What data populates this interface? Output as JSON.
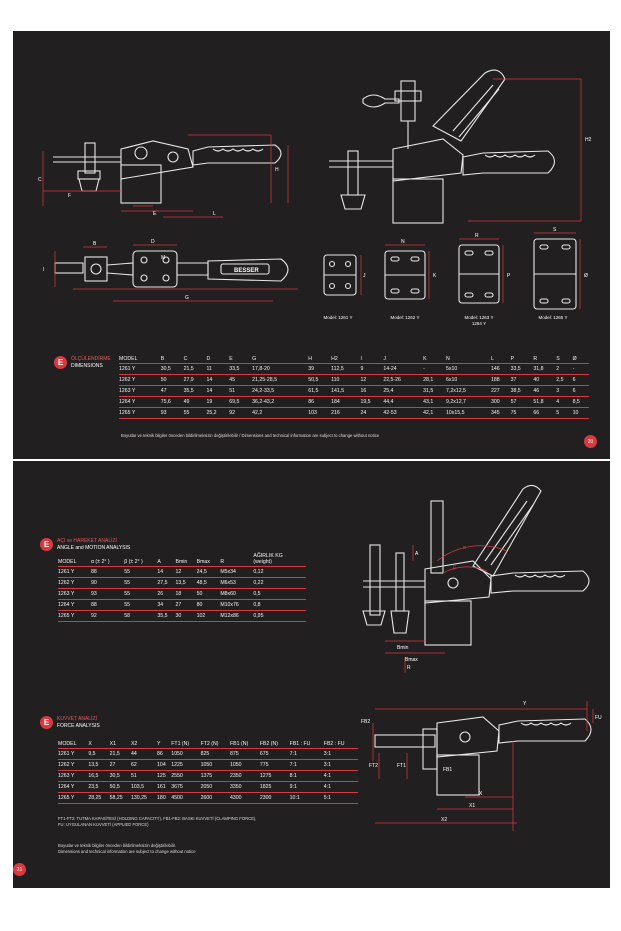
{
  "page1": {
    "section_title_tr": "ÖLÇÜLENDİRME",
    "section_title_en": "DIMENSIONS",
    "brand": "BESSER",
    "model_labels": [
      "Model: 1261 Y",
      "Model: 1262 Y",
      "Model: 1263 Y",
      "1264 Y",
      "Model: 1265 Y"
    ],
    "drawing_labels": {
      "h": "H",
      "h2": "H2",
      "b": "B",
      "c": "C",
      "d": "D",
      "e": "E",
      "g": "G",
      "f": "F",
      "i": "I",
      "j": "J",
      "k": "K",
      "l": "L",
      "m": "M",
      "n": "N",
      "p": "P",
      "r": "R",
      "s": "S",
      "o": "Ø"
    },
    "columns": [
      "MODEL",
      "B",
      "C",
      "D",
      "E",
      "G",
      "H",
      "H2",
      "I",
      "J",
      "K",
      "N",
      "L",
      "P",
      "R",
      "S",
      "Ø"
    ],
    "rows": [
      [
        "1261 Y",
        "30,5",
        "21,5",
        "11",
        "33,5",
        "17,8-20",
        "39",
        "112,5",
        "9",
        "14-24",
        "-",
        "5x10",
        "146",
        "33,5",
        "31,8",
        "2",
        "-"
      ],
      [
        "1262 Y",
        "50",
        "27,9",
        "14",
        "45",
        "21,25-28,5",
        "50,5",
        "110",
        "12",
        "22,5-26",
        "28,1",
        "6x10",
        "188",
        "37",
        "40",
        "2,5",
        "6"
      ],
      [
        "1263 Y",
        "47",
        "35,5",
        "14",
        "51",
        "24,2-33,5",
        "61,5",
        "141,5",
        "16",
        "25,4",
        "31,5",
        "7,2x12,5",
        "227",
        "38,5",
        "46",
        "3",
        "6"
      ],
      [
        "1264 Y",
        "75,6",
        "49",
        "19",
        "69,5",
        "36,2-43,2",
        "86",
        "184",
        "19,5",
        "44,4",
        "43,1",
        "9,2x12,7",
        "300",
        "57",
        "51,8",
        "4",
        "8,5"
      ],
      [
        "1265 Y",
        "93",
        "55",
        "25,2",
        "92",
        "42,2",
        "103",
        "216",
        "24",
        "42-53",
        "42,1",
        "10x15,5",
        "345",
        "75",
        "66",
        "5",
        "10"
      ]
    ],
    "note": "Boyutlar ve teknik bilgiler önceden bildirilmeksizin değiştirilebilir / Dimensions and technical information are subject to change without notice",
    "page_number": "20"
  },
  "page2": {
    "angle": {
      "title_tr": "AÇI ve HAREKET ANALİZİ",
      "title_en": "ANGLE and MOTION ANALYSIS",
      "columns": [
        "MODEL",
        "α (± 2° )",
        "β (± 2° )",
        "A",
        "Bmin",
        "Bmax",
        "R",
        "AĞIRLIK KG\n(weight)"
      ],
      "rows": [
        [
          "1261 Y",
          "88",
          "55",
          "14",
          "12",
          "24,5",
          "M5x34",
          "0,12"
        ],
        [
          "1262 Y",
          "90",
          "55",
          "27,5",
          "13,5",
          "48,5",
          "M6x53",
          "0,22"
        ],
        [
          "1263 Y",
          "93",
          "55",
          "26",
          "18",
          "50",
          "M8x60",
          "0,5"
        ],
        [
          "1264 Y",
          "88",
          "55",
          "34",
          "27",
          "80",
          "M10x76",
          "0,8"
        ],
        [
          "1265 Y",
          "92",
          "58",
          "35,5",
          "30",
          "102",
          "M12x86",
          "0,95"
        ]
      ],
      "labels": {
        "alpha": "α",
        "beta": "β",
        "a": "A",
        "r": "R",
        "bmin": "Bmin",
        "bmax": "Bmax"
      }
    },
    "force": {
      "title_tr": "KUVVET ANALİZİ",
      "title_en": "FORCE ANALYSIS",
      "columns": [
        "MODEL",
        "X",
        "X1",
        "X2",
        "Y",
        "FT1 (N)",
        "FT2 (N)",
        "FB1 (N)",
        "FB2 (N)",
        "FB1 : FU",
        "FB2 : FU"
      ],
      "rows": [
        [
          "1261 Y",
          "9,5",
          "21,5",
          "44",
          "86",
          "1050",
          "825",
          "875",
          "675",
          "7:1",
          "3:1"
        ],
        [
          "1262 Y",
          "13,5",
          "27",
          "62",
          "104",
          "1225",
          "1050",
          "1050",
          "775",
          "7:1",
          "3:1"
        ],
        [
          "1263 Y",
          "16,5",
          "30,5",
          "51",
          "125",
          "2550",
          "1375",
          "2350",
          "1275",
          "8:1",
          "4:1"
        ],
        [
          "1264 Y",
          "23,5",
          "50,5",
          "103,5",
          "161",
          "3675",
          "2050",
          "3350",
          "1825",
          "9:1",
          "4:1"
        ],
        [
          "1265 Y",
          "28,25",
          "58,25",
          "130,25",
          "180",
          "4500",
          "2600",
          "4300",
          "2300",
          "10:1",
          "5:1"
        ]
      ],
      "legend_1": "FT1-FT2: TUTMA KAPASİTESİ (HOLDING CAPACITY), FB1-FB2: BASKI KUVVETİ (CLAMPING FORCE),",
      "legend_2": "FU: UYGULANAN KUVVETİ (APPLIED FORCE)",
      "labels": {
        "y": "Y",
        "fu": "FU",
        "fb2": "FB2",
        "ft2": "FT2",
        "ft1": "FT1",
        "fb1": "FB1",
        "x": "X",
        "x1": "X1",
        "x2": "X2"
      }
    },
    "note_1": "Boyutlar ve teknik bilgiler önceden bildirilmeksizin değiştirilebilir.",
    "note_2": "Dimensions and technical information are subject to change without notice",
    "page_number": "21"
  }
}
